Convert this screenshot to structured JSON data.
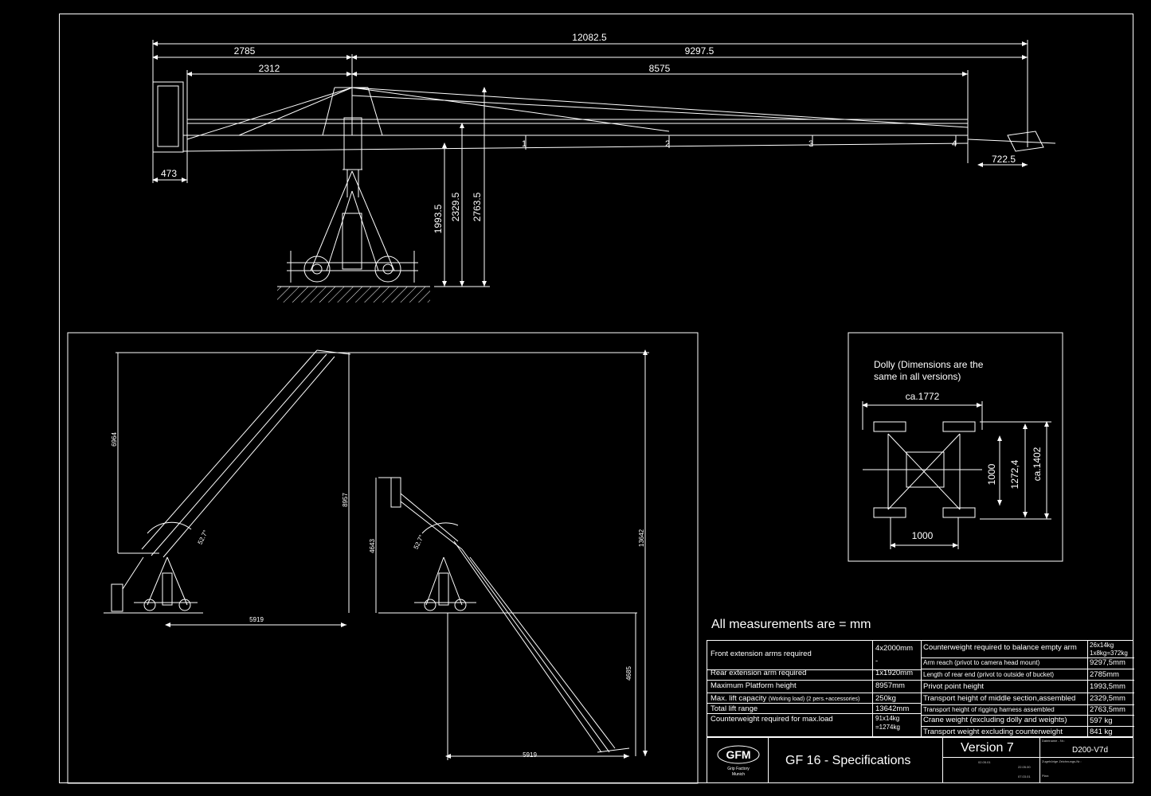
{
  "top_view": {
    "dimensions": {
      "overall": "12082.5",
      "rear": "2785",
      "front": "9297.5",
      "rear_inner": "2312",
      "front_inner": "8575",
      "rear_bucket": "473",
      "head_mount": "722.5",
      "pivot_height": "1993.5",
      "middle_height": "2329.5",
      "rigging_height": "2763.5"
    },
    "section_labels": [
      "1",
      "2",
      "3",
      "4"
    ]
  },
  "left_view": {
    "dimensions": {
      "height_a": "6964",
      "height_b": "8957",
      "reach": "5919"
    },
    "angle": "52.7°"
  },
  "right_view": {
    "dimensions": {
      "height_up": "4643",
      "total_range": "13642",
      "height_down": "4685",
      "reach": "5919"
    },
    "angle": "52.7°"
  },
  "dolly": {
    "title_line1": "Dolly (Dimensions are the",
    "title_line2": "same in all versions)",
    "width": "ca.1772",
    "wheelbase": "1000",
    "track": "1000",
    "track_outer": "1272,4",
    "length": "ca.1402"
  },
  "measurement_note": "All measurements are = mm",
  "specs_left": [
    {
      "label": "Front extension arms required",
      "value": "4x2000mm",
      "value2": "-"
    },
    {
      "label": "Rear extension arm required",
      "value": "1x1920mm"
    },
    {
      "label": "Maximum Platform height",
      "value": "8957mm"
    },
    {
      "label": "Max. lift capacity",
      "note": "(Working load)   (2 pers.+accessories)",
      "value": "250kg"
    },
    {
      "label": "Total lift range",
      "value": "13642mm"
    },
    {
      "label": "Counterweight required for max.load",
      "value": "91x14kg",
      "value2": "=1274kg"
    }
  ],
  "specs_right": [
    {
      "label": "Counterweight required to balance empty arm",
      "value": "26x14kg",
      "value2": "1x8kg=372kg"
    },
    {
      "label": "Arm reach (privot to camera head mount)",
      "value": "9297,5mm"
    },
    {
      "label": "Length of rear end (privot to outside of bucket)",
      "value": "2785mm"
    },
    {
      "label": "Privot point height",
      "value": "1993,5mm"
    },
    {
      "label": "Transport height of middle section,assembled",
      "value": "2329,5mm"
    },
    {
      "label": "Transport height of rigging harness assembled",
      "value": "2763,5mm"
    },
    {
      "label": "Crane weight (excluding dolly and weights)",
      "value": "597 kg"
    },
    {
      "label": "Transport weight excluding counterweight",
      "value": "841 kg"
    }
  ],
  "title_block": {
    "logo": "GFM",
    "logo_sub1": "Grip Factory",
    "logo_sub2": "Munich",
    "title": "GF 16 - Specifications",
    "version": "Version 7",
    "doc_number": "D200-V7d",
    "field_dateiname": "Dateiname - Nr.:",
    "field_zugehoerige": "Zugehörige Zeichnungs-Nr.:",
    "field_plan": "Plan:",
    "date1": "02.05.01",
    "date2": "22.05.00",
    "date3": "07.03.01"
  },
  "colors": {
    "background": "#000000",
    "line": "#ffffff"
  }
}
